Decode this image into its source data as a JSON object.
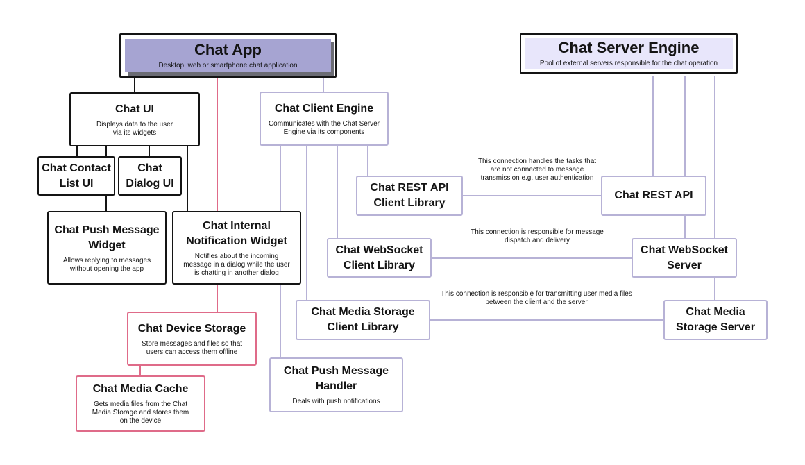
{
  "colors": {
    "dark_border": "#141414",
    "lavender_line": "#b7b2d6",
    "pink_line": "#df6b89",
    "chat_app_fill": "#a6a4d2",
    "chat_app_shadow": "#6b6c74",
    "server_fill": "#e8e6fb"
  },
  "chat_app": {
    "title": "Chat App",
    "desc": "Desktop, web or smartphone chat application"
  },
  "server_engine": {
    "title": "Chat Server Engine",
    "desc": "Pool of external servers responsible for the chat operation"
  },
  "chat_ui": {
    "title": "Chat UI",
    "desc": "Displays data to the user\nvia its widgets"
  },
  "contact_list_ui": {
    "title": "Chat Contact\nList UI"
  },
  "dialog_ui": {
    "title": "Chat\nDialog UI"
  },
  "push_widget": {
    "title": "Chat Push Message\nWidget",
    "desc": "Allows replying to messages\nwithout opening the app"
  },
  "internal_widget": {
    "title": "Chat Internal\nNotification Widget",
    "desc": "Notifies about the incoming\nmessage in a dialog while the user\nis chatting in another dialog"
  },
  "device_storage": {
    "title": "Chat Device Storage",
    "desc": "Store messages and files so that\nusers can access them offline"
  },
  "media_cache": {
    "title": "Chat Media Cache",
    "desc": "Gets media files from the Chat\nMedia Storage and stores them\non the device"
  },
  "client_engine": {
    "title": "Chat Client Engine",
    "desc": "Communicates with the Chat Server\nEngine via its components"
  },
  "rest_client": {
    "title": "Chat REST API\nClient Library"
  },
  "ws_client": {
    "title": "Chat WebSocket\nClient Library"
  },
  "media_client": {
    "title": "Chat Media Storage\nClient Library"
  },
  "push_handler": {
    "title": "Chat Push Message\nHandler",
    "desc": "Deals with push notifications"
  },
  "rest_server": {
    "title": "Chat REST API"
  },
  "ws_server": {
    "title": "Chat WebSocket\nServer"
  },
  "media_server": {
    "title": "Chat Media\nStorage Server"
  },
  "notes": {
    "rest": "This connection handles the tasks that\nare not connected to message\ntransmission e.g. user authentication",
    "ws": "This connection is responsible for message\ndispatch and delivery",
    "media": "This connection is responsible for transmitting user media files\nbetween the client and the server"
  }
}
